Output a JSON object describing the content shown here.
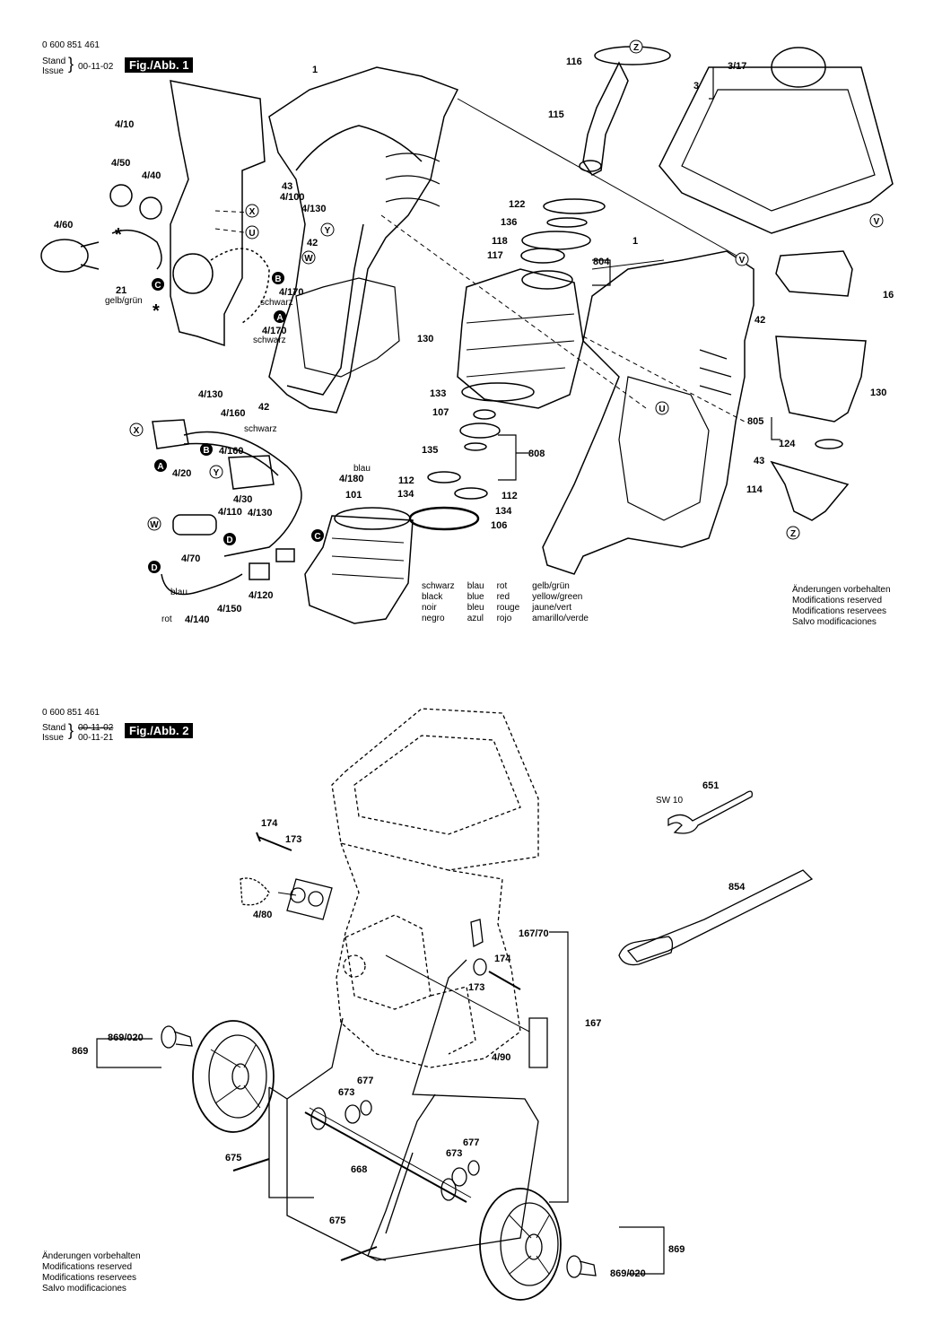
{
  "fig1": {
    "doc_number": "0 600 851 461",
    "stand_label": "Stand",
    "issue_label": "Issue",
    "date": "00-11-02",
    "fig_label": "Fig./Abb. 1",
    "parts": [
      "1",
      "4/10",
      "4/50",
      "4/40",
      "4/60",
      "21",
      "43",
      "4/100",
      "4/130",
      "42",
      "4/170",
      "3/17",
      "3",
      "116",
      "115",
      "122",
      "136",
      "118",
      "117",
      "804",
      "16",
      "130",
      "133",
      "107",
      "135",
      "808",
      "112",
      "134",
      "106",
      "101",
      "805",
      "124",
      "43",
      "114",
      "4/20",
      "4/160",
      "4/180",
      "4/30",
      "4/110",
      "4/70",
      "4/120",
      "4/150",
      "4/140"
    ],
    "wire_notes": [
      "gelb/grün",
      "schwarz",
      "schwarz",
      "schwarz",
      "blau",
      "blau",
      "rot"
    ],
    "connectors": [
      "X",
      "U",
      "Y",
      "W",
      "B",
      "C",
      "A",
      "D",
      "Z",
      "V"
    ],
    "color_table": {
      "columns": [
        [
          "schwarz",
          "black",
          "noir",
          "negro"
        ],
        [
          "blau",
          "blue",
          "bleu",
          "azul"
        ],
        [
          "rot",
          "red",
          "rouge",
          "rojo"
        ],
        [
          "gelb/grün",
          "yellow/green",
          "jaune/vert",
          "amarillo/verde"
        ]
      ]
    },
    "note_lines": [
      "Änderungen vorbehalten",
      "Modifications reserved",
      "Modifications reservees",
      "Salvo modificaciones"
    ]
  },
  "fig2": {
    "doc_number": "0 600 851 461",
    "stand_label": "Stand",
    "issue_label": "Issue",
    "date_old": "00-11-02",
    "date_new": "00-11-21",
    "fig_label": "Fig./Abb. 2",
    "parts": [
      "651",
      "SW 10",
      "174",
      "173",
      "4/80",
      "854",
      "167/70",
      "174",
      "173",
      "167",
      "4/90",
      "869",
      "869/020",
      "677",
      "673",
      "675",
      "668",
      "677",
      "673",
      "675",
      "869",
      "869/020"
    ],
    "note_lines": [
      "Änderungen vorbehalten",
      "Modifications reserved",
      "Modifications reservees",
      "Salvo modificaciones"
    ]
  }
}
